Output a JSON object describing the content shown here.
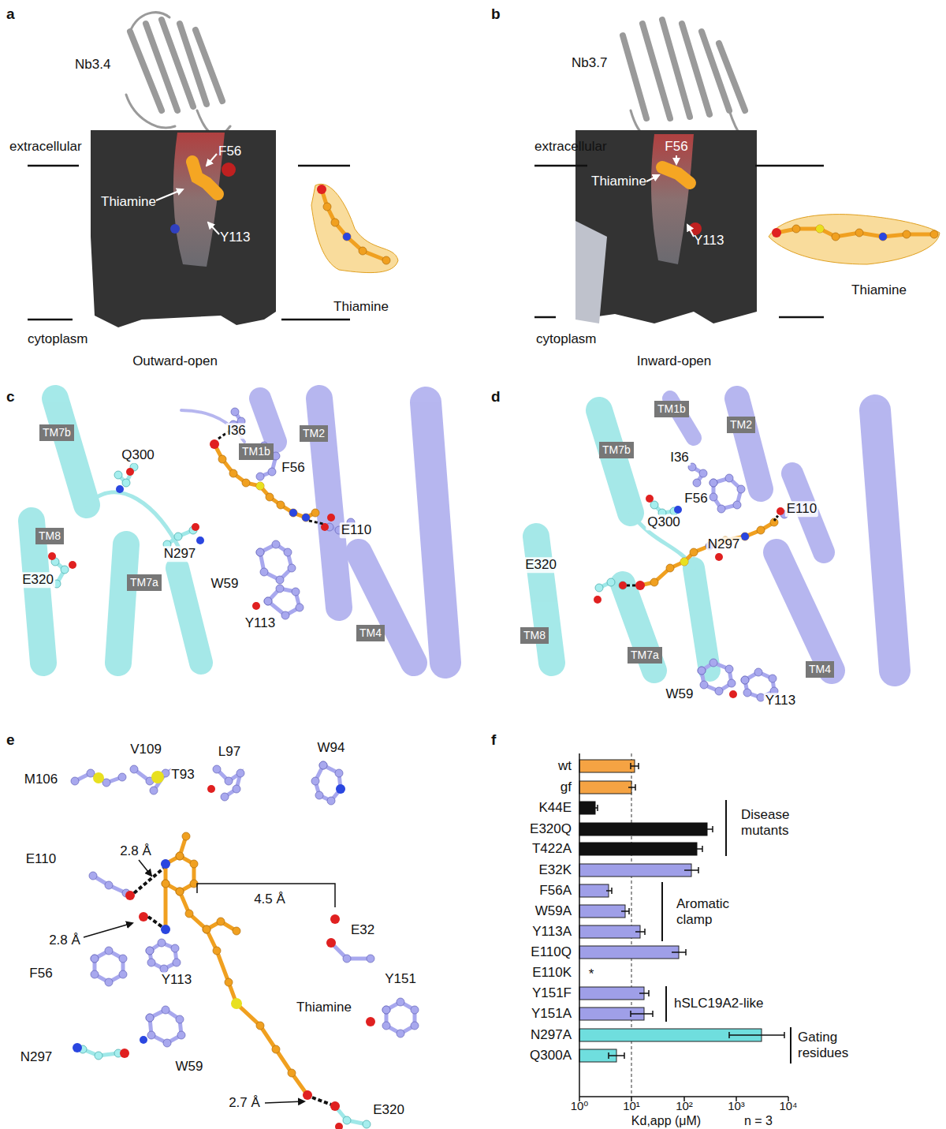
{
  "diagram": {
    "nodes": [
      {
        "text": [
          "TM7b"
        ]
      },
      {
        "text": [
          "TM1b"
        ]
      },
      {
        "text": [
          "TM2"
        ]
      },
      {
        "text": [
          "TM8"
        ]
      },
      {
        "text": [
          "TM7a"
        ]
      },
      {
        "text": [
          "TM4"
        ]
      },
      {
        "text": [
          "TM1b"
        ]
      },
      {
        "text": [
          "TM2"
        ]
      },
      {
        "text": [
          "TM7b"
        ]
      },
      {
        "text": [
          "TM8"
        ]
      },
      {
        "text": [
          "TM7a"
        ]
      },
      {
        "text": [
          "TM4"
        ]
      }
    ],
    "labels": [
      "a",
      "Nb3.4",
      "extracellular",
      "F56",
      "Thiamine",
      "Y113",
      "Thiamine",
      "cytoplasm",
      "Outward-open",
      "b",
      "Nb3.7",
      "extracellular",
      "F56",
      "Thiamine",
      "Y113",
      "Thiamine",
      "cytoplasm",
      "Inward-open",
      "c",
      "Q300",
      "I36",
      "F56",
      "E320",
      "N297",
      "E110",
      "W59",
      "Y113",
      "d",
      "I36",
      "F56",
      "Q300",
      "E110",
      "N297",
      "E320",
      "W59",
      "Y113",
      "e",
      "V109",
      "L97",
      "W94",
      "M106",
      "T93",
      "E110",
      "2.8 Å",
      "4.5 Å",
      "2.8 Å",
      "E32",
      "F56",
      "Y113",
      "Thiamine",
      "Y151",
      "N297",
      "W59",
      "2.7 Å",
      "E320",
      "f",
      "wt",
      "gf",
      "K44E",
      "E320Q",
      "T422A",
      "E32K",
      "F56A",
      "W59A",
      "Y113A",
      "E110Q",
      "E110K",
      "Y151F",
      "Y151A",
      "N297A",
      "Q300A",
      "*",
      "Disease mutants",
      "Aromatic clamp",
      "hSLC19A2-like",
      "Gating residues",
      "10⁰",
      "10¹",
      "10²",
      "10³",
      "10⁴",
      "Kd,app (μM)",
      "n = 3"
    ]
  }
}
